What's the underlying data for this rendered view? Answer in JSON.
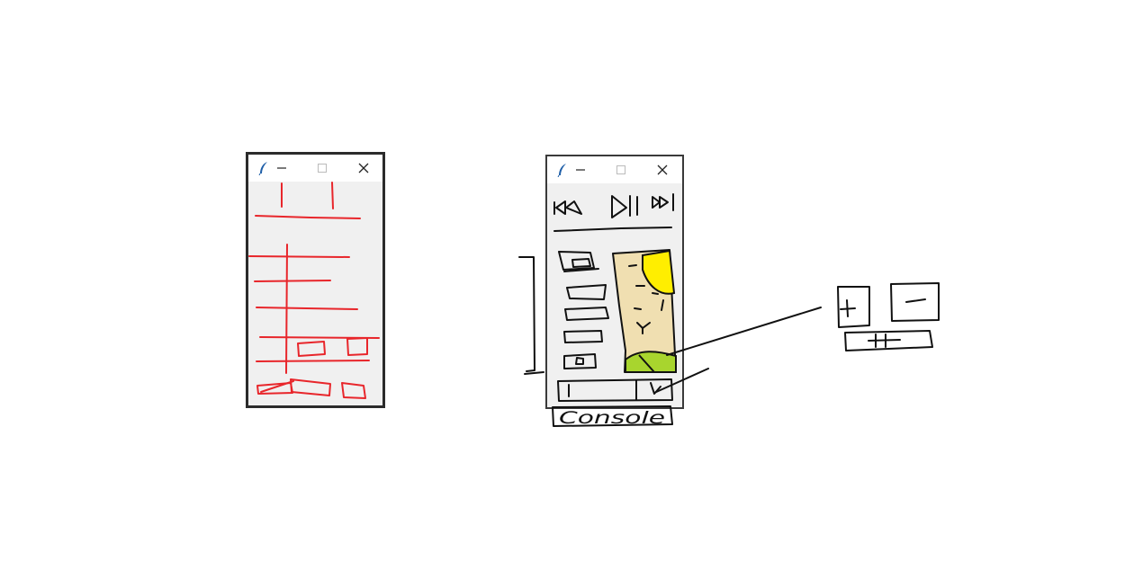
{
  "sketch": {
    "console_label": "Console",
    "colors": {
      "wireframe_red": "#e8262b",
      "ink_black": "#111111",
      "window_bg": "#f0f0f0",
      "titlebar_bg": "#ffffff",
      "album_art_bg": "#f0dfb1",
      "sun_yellow": "#ffee00",
      "hill_green": "#a8d52e",
      "feather_blue": "#1f5fa8"
    },
    "windows": [
      {
        "id": "wireframe-window",
        "icon": "feather-icon",
        "controls": [
          "minimize-icon",
          "maximize-icon",
          "close-icon"
        ]
      },
      {
        "id": "player-window",
        "icon": "feather-icon",
        "controls": [
          "minimize-icon",
          "maximize-icon",
          "close-icon"
        ]
      }
    ],
    "player_controls": [
      "previous-icon",
      "play-pause-icon",
      "next-icon"
    ],
    "zoom_controls": [
      "plus-icon",
      "minus-icon"
    ]
  }
}
